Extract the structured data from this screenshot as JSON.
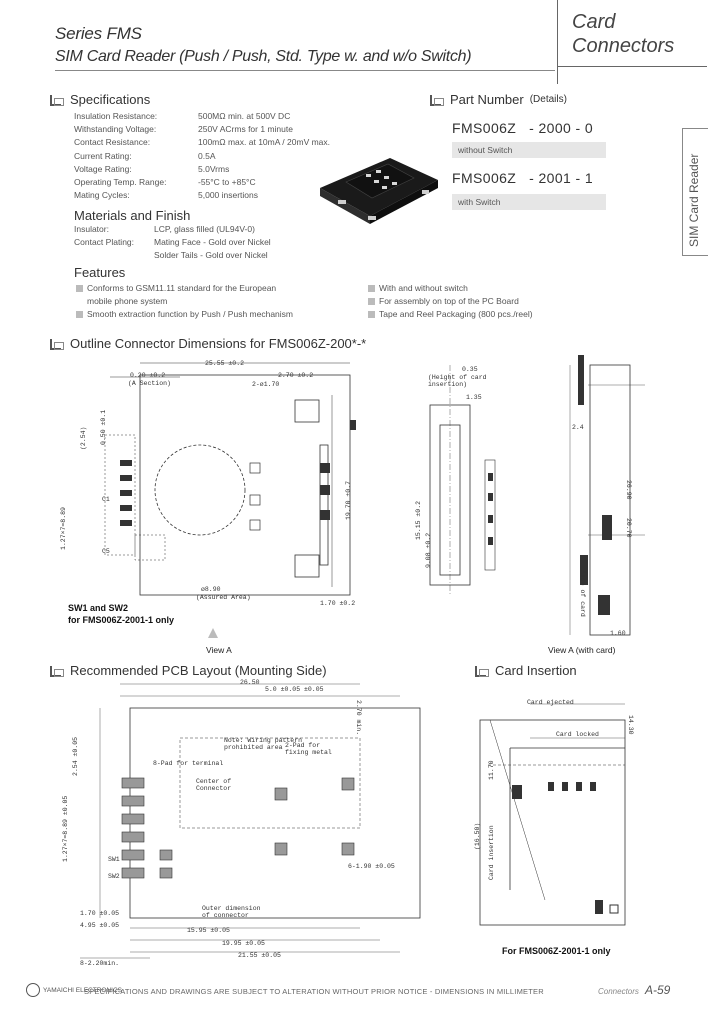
{
  "header": {
    "series": "Series FMS",
    "subtitle": "SIM Card Reader (Push / Push, Std. Type w. and w/o Switch)",
    "category_line1": "Card",
    "category_line2": "Connectors"
  },
  "side_tab": "SIM Card Reader",
  "specifications": {
    "title": "Specifications",
    "rows": [
      {
        "k": "Insulation Resistance:",
        "v": "500MΩ min. at 500V DC"
      },
      {
        "k": "Withstanding Voltage:",
        "v": "250V ACrms for 1 minute"
      },
      {
        "k": "Contact Resistance:",
        "v": "100mΩ max. at 10mA / 20mV max."
      },
      {
        "k": "Current Rating:",
        "v": "0.5A"
      },
      {
        "k": "Voltage Rating:",
        "v": "5.0Vrms"
      },
      {
        "k": "Operating Temp. Range:",
        "v": "-55°C to +85°C"
      },
      {
        "k": "Mating Cycles:",
        "v": "5,000 insertions"
      }
    ]
  },
  "materials": {
    "title": "Materials and Finish",
    "rows": [
      {
        "k": "Insulator:",
        "v": "LCP, glass filled (UL94V-0)"
      },
      {
        "k": "Contact Plating:",
        "v": "Mating Face  - Gold over Nickel"
      },
      {
        "k": "",
        "v": "Solder Tails  - Gold over Nickel"
      }
    ]
  },
  "features": {
    "title": "Features",
    "left": [
      "Conforms to GSM11.11 standard for the European",
      "mobile phone system",
      "Smooth extraction function by Push / Push mechanism"
    ],
    "right": [
      "With and without switch",
      "For assembly on top of  the PC Board",
      "Tape and Reel Packaging (800 pcs./reel)"
    ]
  },
  "part_number": {
    "title": "Part Number",
    "details": "(Details)",
    "items": [
      {
        "base": "FMS006Z",
        "suffix": "- 2000 - 0",
        "note": "without Switch"
      },
      {
        "base": "FMS006Z",
        "suffix": "- 2001 - 1",
        "note": "with Switch"
      }
    ]
  },
  "outline": {
    "title": "Outline Connector Dimensions for FMS006Z-200*-*",
    "dims": {
      "d1": "25.55 ±0.2",
      "d2": "2.70 ±0.2",
      "d3": "2-ø1.70",
      "d4": "0.20 ±0.2",
      "d5": "(A Section)",
      "d6": "(2.54)",
      "d7": "0.50 ±0.1",
      "d8": "ø8.90",
      "d9": "(Assured Area)",
      "d10": "1.70 ±0.2",
      "d11": "0.35",
      "d12": "(Height of card insertion)",
      "d13": "1.35",
      "d14": "2.4",
      "d15": "26.90",
      "d16": "20.70",
      "d17": "19.70 ±0.7",
      "d18": "15.15 ±0.2",
      "d19": "9.08 ±0.2",
      "d20": "1.60",
      "d21": "Side of card",
      "d22": "1.27×7=8.89",
      "d23": "C1",
      "d24": "C5"
    },
    "sw_note1": "SW1 and SW2",
    "sw_note2": "for FMS006Z-2001-1 only",
    "view_a": "View A",
    "view_a_card": "View A (with card)"
  },
  "pcb": {
    "title": "Recommended PCB Layout (Mounting Side)",
    "dims": {
      "p1": "26.50",
      "p2": "5.0 ±0.05 ±0.05",
      "p3": "2.70 min.",
      "p4": "Note: Wiring pattern prohibited area",
      "p5": "2-Pad for fixing metal",
      "p6": "8-Pad for terminal",
      "p7": "Center of Connector",
      "p8": "Outer dimension of connector",
      "p9": "15.95 ±0.05",
      "p10": "19.95 ±0.05",
      "p11": "21.55 ±0.05",
      "p12": "8-2.20min.",
      "p13": "1.70 ±0.05",
      "p14": "4.95 ±0.05",
      "p15": "6-1.90 ±0.05",
      "p16": "1.27×7=8.89 ±0.05",
      "p17": "2.54 ±0.05",
      "p18": "SW1",
      "p19": "SW2"
    }
  },
  "insertion": {
    "title": "Card Insertion",
    "card_ejected": "Card ejected",
    "card_locked": "Card locked",
    "card_insertion": "Card insertion",
    "note": "For FMS006Z-2001-1 only",
    "d1": "14.30",
    "d2": "11.70",
    "d3": "(16.50)"
  },
  "footer": {
    "logo": "YAMAICHI ELECTRONICS",
    "notice": "SPECIFICATIONS AND DRAWINGS ARE SUBJECT TO ALTERATION WITHOUT PRIOR NOTICE - DIMENSIONS IN MILLIMETER",
    "section": "Connectors",
    "page": "A-59"
  }
}
